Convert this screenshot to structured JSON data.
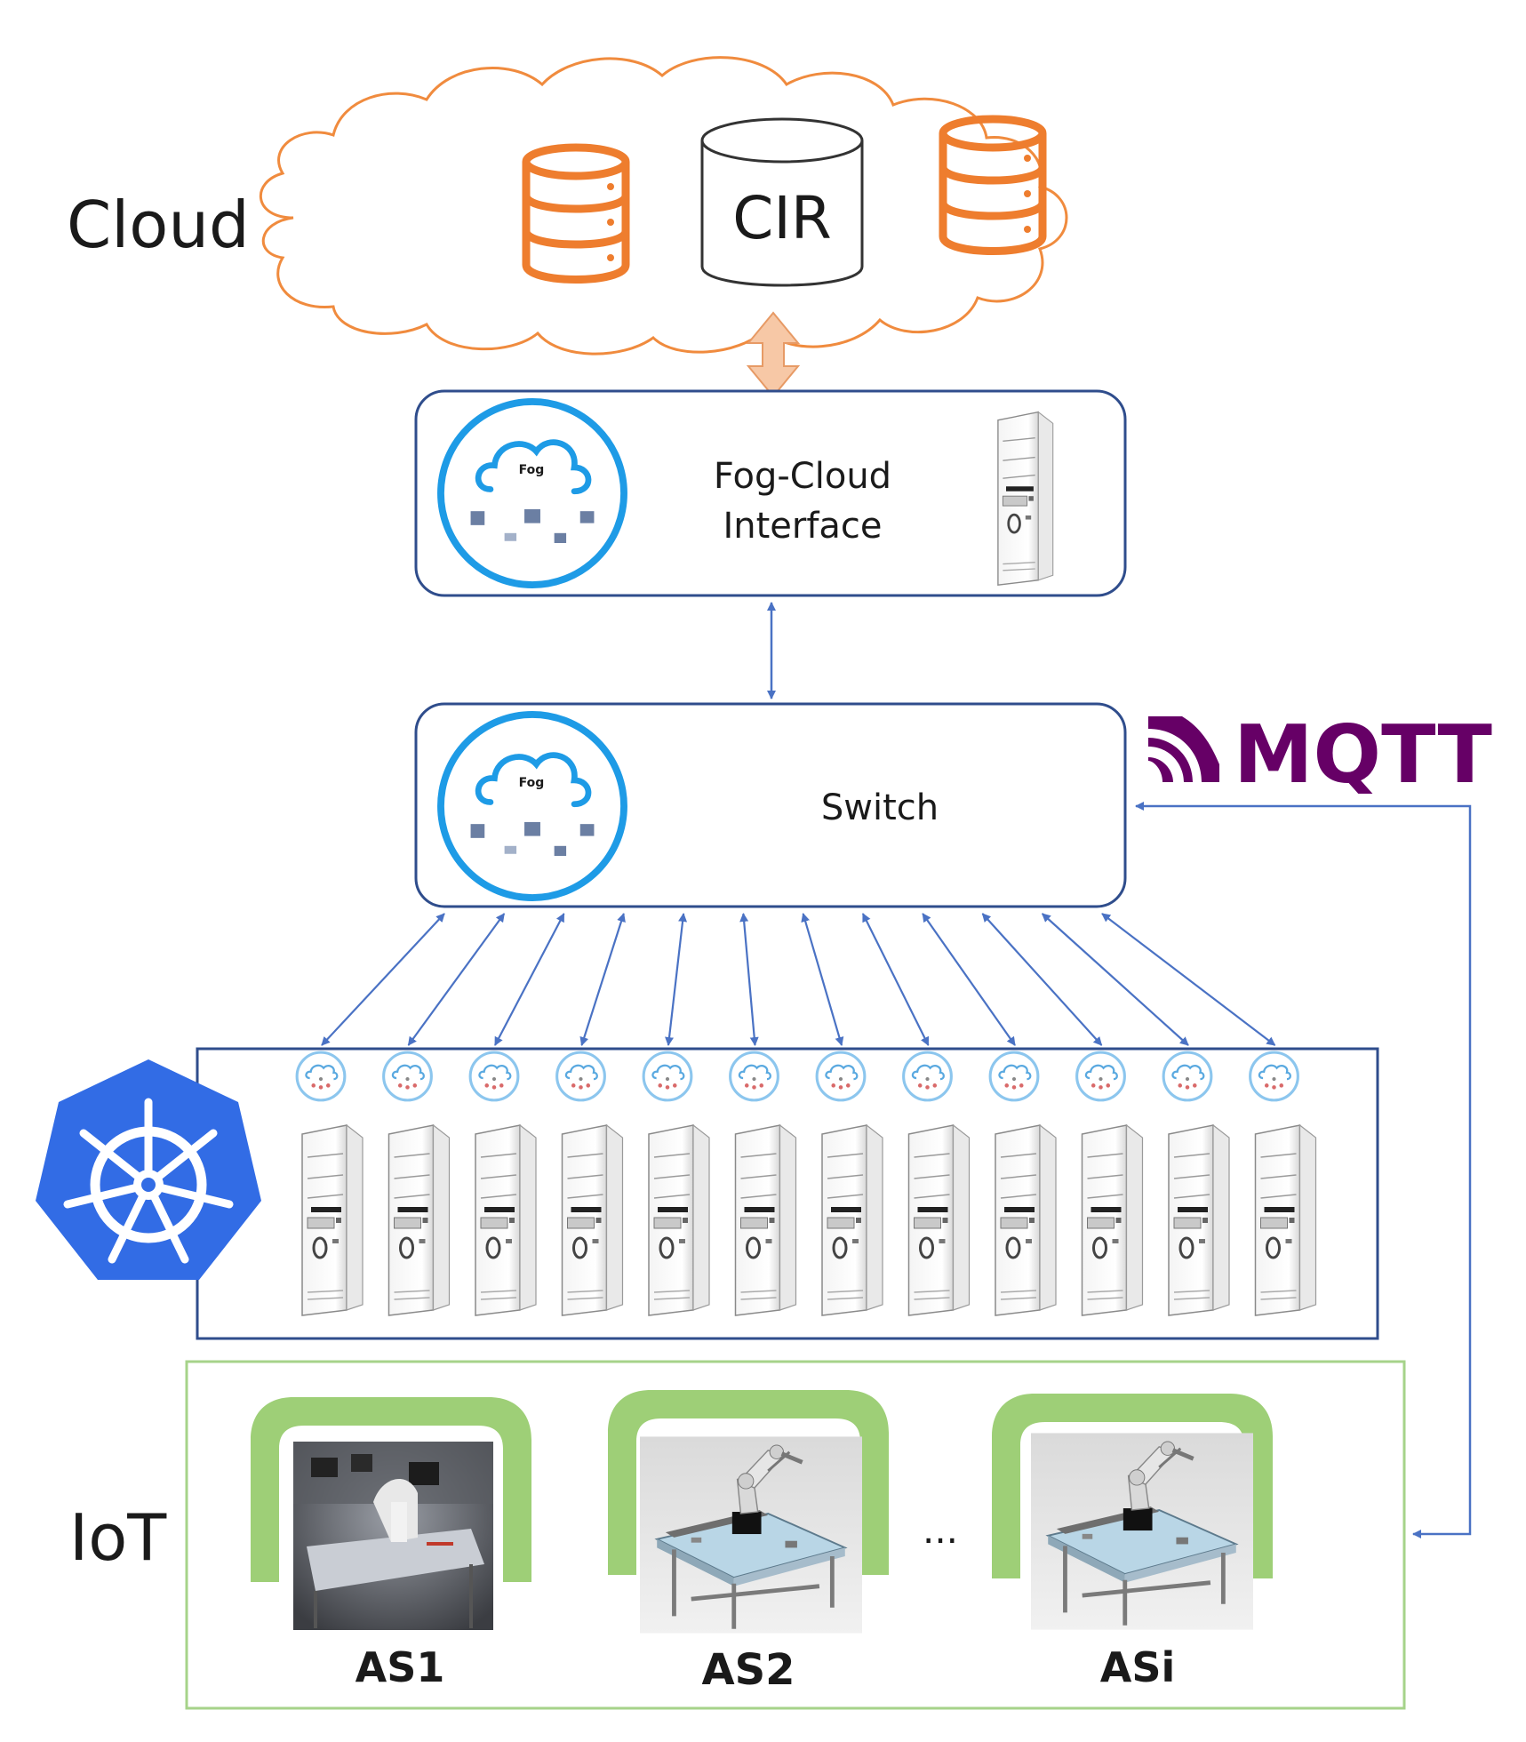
{
  "colors": {
    "cloud_stroke": "#f08b3e",
    "db_orange": "#ee7d2e",
    "box_blue": "#2f4d8c",
    "arrow_blue": "#4a72c4",
    "fog_ring": "#1e9be6",
    "iot_green": "#9ecf77",
    "k8s_blue": "#326ce5",
    "mqtt_purple": "#660066"
  },
  "cloud": {
    "label": "Cloud",
    "cir_label": "CIR",
    "databases": [
      {
        "name": "database-left-icon"
      },
      {
        "name": "database-right-icon"
      }
    ]
  },
  "fog_cloud_interface": {
    "line1": "Fog-Cloud",
    "line2": "Interface",
    "fog_logo_text": "Fog"
  },
  "switch": {
    "label": "Switch",
    "fog_logo_text": "Fog"
  },
  "mqtt": {
    "label": "MQTT"
  },
  "cluster": {
    "node_count": 12,
    "logo": "kubernetes-icon"
  },
  "iot": {
    "label": "IoT",
    "ellipsis": "...",
    "stations": [
      {
        "label": "AS1",
        "kind": "photo"
      },
      {
        "label": "AS2",
        "kind": "render"
      },
      {
        "label": "ASi",
        "kind": "render"
      }
    ]
  }
}
